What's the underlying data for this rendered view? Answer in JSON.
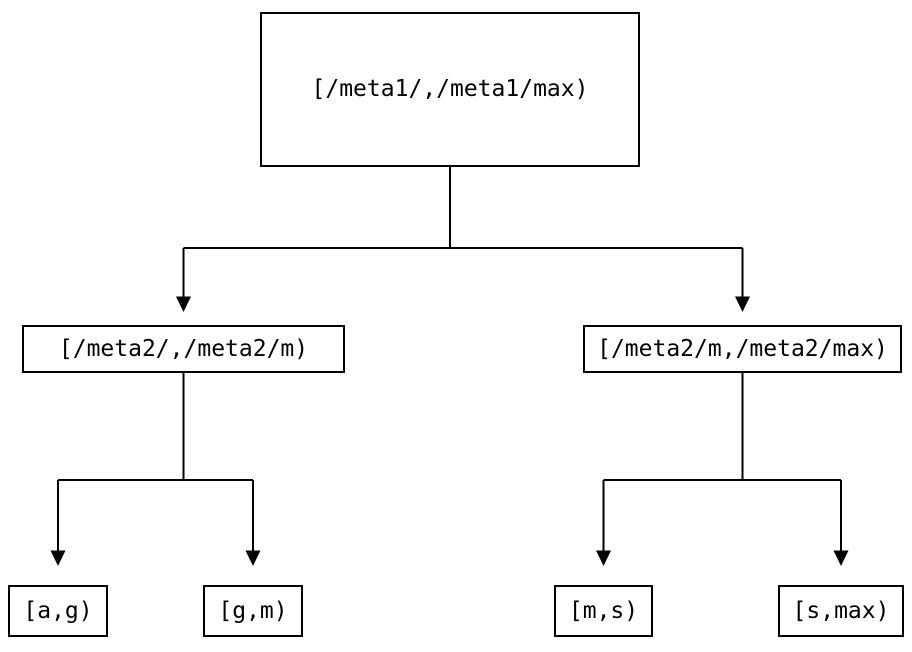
{
  "nodes": {
    "root": {
      "label": "[/meta1/,/meta1/max)"
    },
    "child_left": {
      "label": "[/meta2/,/meta2/m)"
    },
    "child_right": {
      "label": "[/meta2/m,/meta2/max)"
    },
    "leaf_ag": {
      "label": "[a,g)"
    },
    "leaf_gm": {
      "label": "[g,m)"
    },
    "leaf_ms": {
      "label": "[m,s)"
    },
    "leaf_smax": {
      "label": "[s,max)"
    }
  },
  "edges": [
    {
      "from": "root",
      "to": "child_left"
    },
    {
      "from": "root",
      "to": "child_right"
    },
    {
      "from": "child_left",
      "to": "leaf_ag"
    },
    {
      "from": "child_left",
      "to": "leaf_gm"
    },
    {
      "from": "child_right",
      "to": "leaf_ms"
    },
    {
      "from": "child_right",
      "to": "leaf_smax"
    }
  ],
  "colors": {
    "line_color": "#000000",
    "node_border_color": "#000000",
    "text_color": "#000000",
    "background_color": "#ffffff"
  }
}
